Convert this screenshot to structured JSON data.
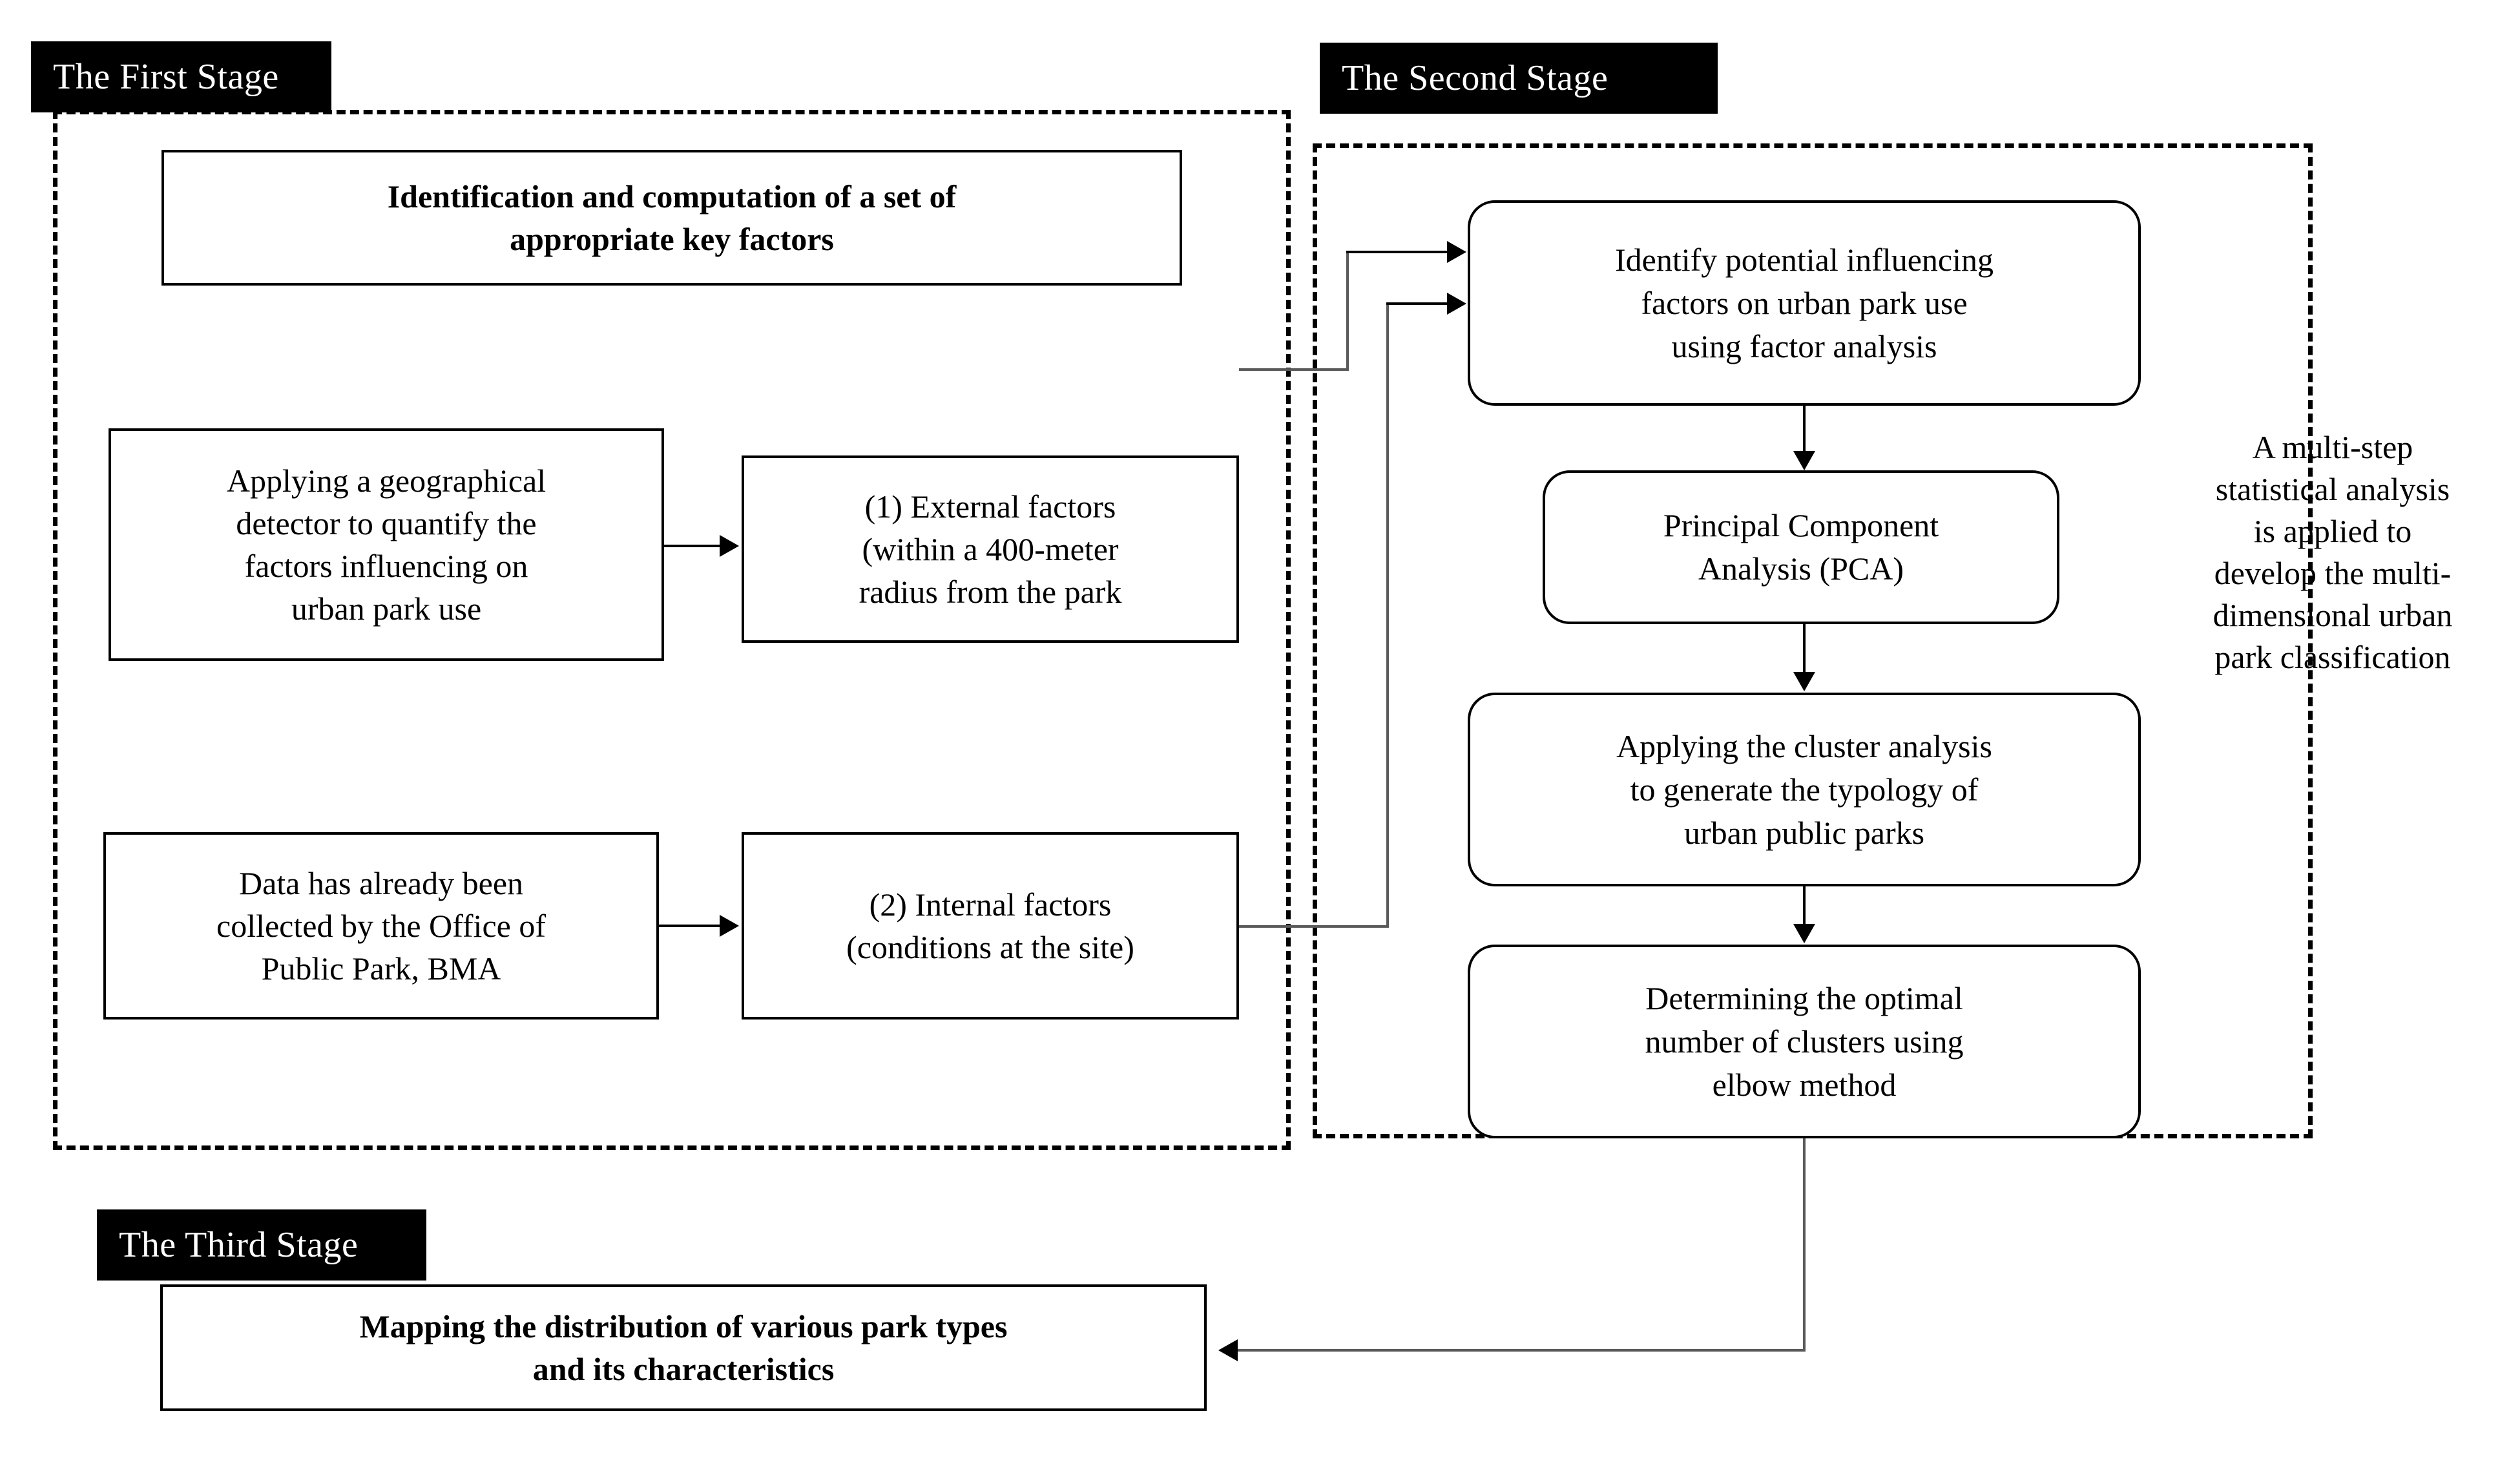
{
  "figure": {
    "type": "flowchart",
    "title": "Three-stage urban park classification methodology"
  },
  "stages": {
    "first": {
      "label": "The First Stage"
    },
    "second": {
      "label": "The Second Stage"
    },
    "third": {
      "label": "The Third Stage"
    }
  },
  "boxes": {
    "key_factors_title": {
      "line1": "Identification and computation of a set of",
      "line2": "appropriate key factors"
    },
    "geo_detector": {
      "line1": "Applying a geographical",
      "line2": "detector to quantify the",
      "line3": "factors influencing on",
      "line4": "urban park use"
    },
    "external_factors": {
      "line1": "(1) External factors",
      "line2": "(within a 400-meter",
      "line3": "radius from the park"
    },
    "data_collected": {
      "line1": "Data has already been",
      "line2": "collected by the Office of",
      "line3": "Public Park, BMA"
    },
    "internal_factors": {
      "line1": "(2) Internal factors",
      "line2": "(conditions at  the site)"
    },
    "identify_factors": {
      "line1": "Identify potential influencing",
      "line2": "factors on urban park use",
      "line3": "using factor analysis"
    },
    "pca": {
      "line1": "Principal Component",
      "line2": "Analysis (PCA)"
    },
    "cluster_analysis": {
      "line1": "Applying the cluster analysis",
      "line2": "to generate the typology of",
      "line3": "urban public parks"
    },
    "elbow_method": {
      "line1": "Determining the optimal",
      "line2": "number of clusters using",
      "line3": "elbow method"
    },
    "mapping": {
      "line1": "Mapping the distribution of various park types",
      "line2": "and its characteristics"
    }
  },
  "annotations": {
    "multistep": {
      "line1": "A multi-step",
      "line2": "statistical analysis",
      "line3": "is applied to",
      "line4": "develop the multi-",
      "line5": "dimensional urban",
      "line6": "park classification"
    }
  },
  "colors": {
    "ink": "#000000",
    "connector": "#5a5a5a",
    "background": "#ffffff"
  }
}
